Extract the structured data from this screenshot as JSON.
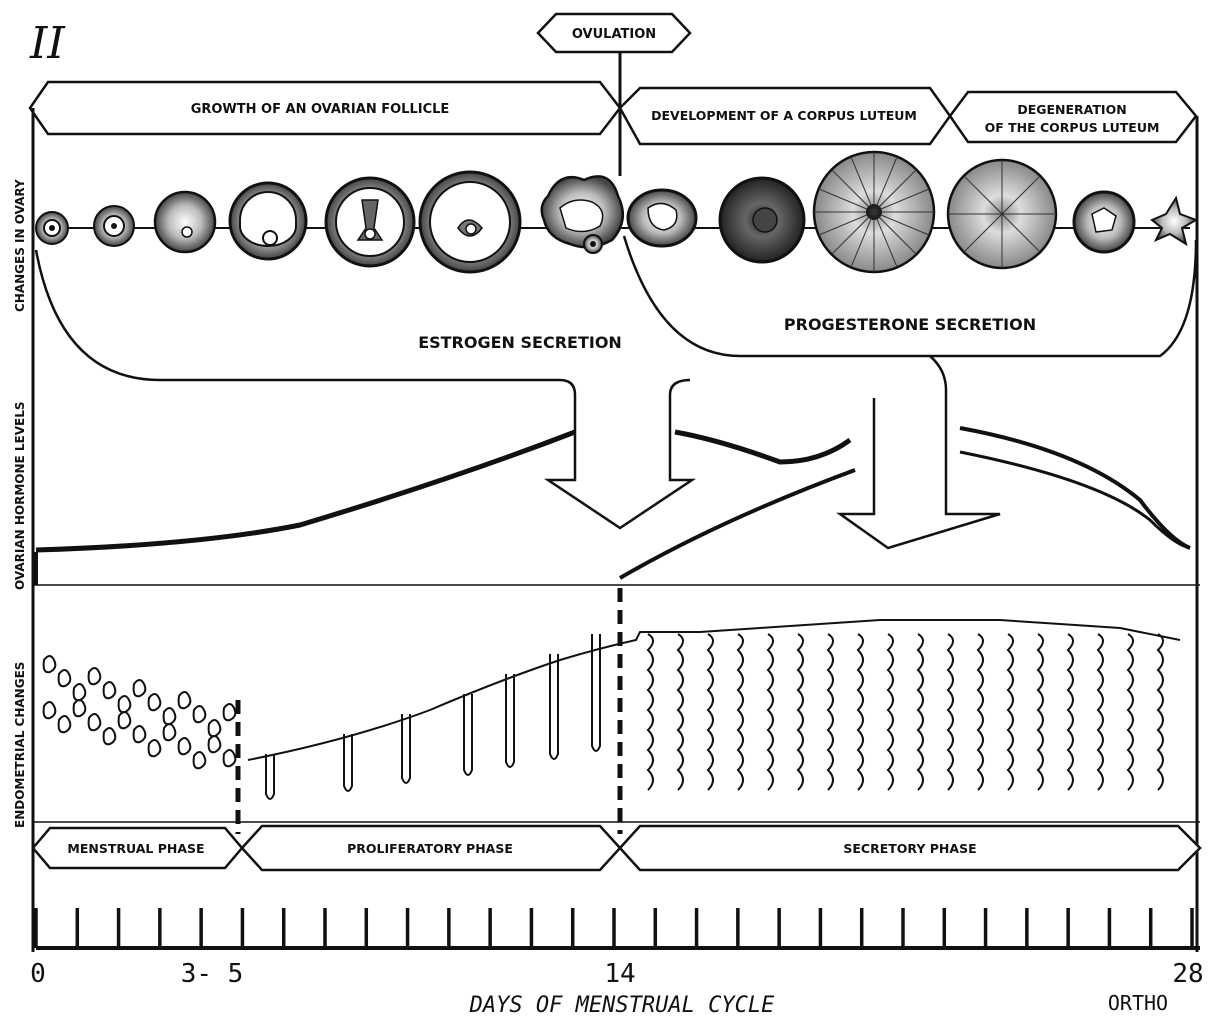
{
  "diagram": {
    "panel_numeral": "II",
    "ovulation_label": "OVULATION",
    "ovary_phases": [
      "GROWTH OF AN OVARIAN FOLLICLE",
      "DEVELOPMENT OF A CORPUS LUTEUM",
      "DEGENERATION",
      "OF THE CORPUS LUTEUM"
    ],
    "row_labels": {
      "ovary": "CHANGES IN OVARY",
      "hormone": "OVARIAN HORMONE LEVELS",
      "endometrium": "ENDOMETRIAL CHANGES"
    },
    "secretions": {
      "estrogen": "ESTROGEN SECRETION",
      "progesterone": "PROGESTERONE SECRETION"
    },
    "uterine_phases": [
      "MENSTRUAL PHASE",
      "PROLIFERATORY PHASE",
      "SECRETORY PHASE"
    ],
    "day_labels": {
      "start": "0",
      "menses_end": "3- 5",
      "ovulation_day": "14",
      "end": "28"
    },
    "axis_title": "DAYS OF MENSTRUAL CYCLE",
    "signature": "ORTHO"
  }
}
